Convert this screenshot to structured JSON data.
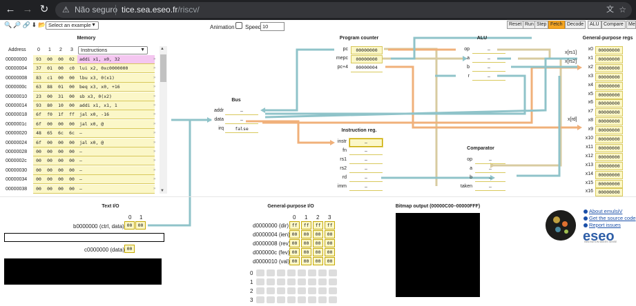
{
  "browser": {
    "security": "Não seguro",
    "host": "tice.sea.eseo.fr",
    "path": "/riscv/"
  },
  "toolbar": {
    "example_select": "Select an example",
    "animation_label": "Animation",
    "speed_label": "Speed",
    "speed_value": "10",
    "buttons": [
      "Reset",
      "Run",
      "Step",
      "Fetch",
      "Decode",
      "ALU",
      "Compare",
      "Me"
    ],
    "active_button": "Fetch"
  },
  "memory": {
    "title": "Memory",
    "address_header": "Address",
    "byte_headers": [
      "0",
      "1",
      "2",
      "3"
    ],
    "view_select": "Instructions",
    "rows": [
      {
        "addr": "00000000",
        "bytes": [
          "93",
          "00",
          "00",
          "02"
        ],
        "instr": "addi x1, x0, 32"
      },
      {
        "addr": "00000004",
        "bytes": [
          "37",
          "01",
          "00",
          "c0"
        ],
        "instr": "lui x2, 0xc0000000"
      },
      {
        "addr": "00000008",
        "bytes": [
          "83",
          "c1",
          "00",
          "00"
        ],
        "instr": "lbu x3, 0(x1)"
      },
      {
        "addr": "0000000c",
        "bytes": [
          "63",
          "88",
          "01",
          "00"
        ],
        "instr": "beq x3, x0, +16"
      },
      {
        "addr": "00000010",
        "bytes": [
          "23",
          "00",
          "31",
          "00"
        ],
        "instr": "sb x3, 0(x2)"
      },
      {
        "addr": "00000014",
        "bytes": [
          "93",
          "80",
          "10",
          "00"
        ],
        "instr": "addi x1, x1, 1"
      },
      {
        "addr": "00000018",
        "bytes": [
          "6f",
          "f0",
          "1f",
          "ff"
        ],
        "instr": "jal x0, -16"
      },
      {
        "addr": "0000001c",
        "bytes": [
          "6f",
          "00",
          "00",
          "00"
        ],
        "instr": "jal x0, @"
      },
      {
        "addr": "00000020",
        "bytes": [
          "48",
          "65",
          "6c",
          "6c"
        ],
        "instr": "–"
      },
      {
        "addr": "00000024",
        "bytes": [
          "6f",
          "00",
          "00",
          "00"
        ],
        "instr": "jal x0, @"
      },
      {
        "addr": "00000028",
        "bytes": [
          "00",
          "00",
          "00",
          "00"
        ],
        "instr": "–"
      },
      {
        "addr": "0000002c",
        "bytes": [
          "00",
          "00",
          "00",
          "00"
        ],
        "instr": "–"
      },
      {
        "addr": "00000030",
        "bytes": [
          "00",
          "00",
          "00",
          "00"
        ],
        "instr": "–"
      },
      {
        "addr": "00000034",
        "bytes": [
          "00",
          "00",
          "00",
          "00"
        ],
        "instr": "–"
      },
      {
        "addr": "00000038",
        "bytes": [
          "00",
          "00",
          "00",
          "00"
        ],
        "instr": "–"
      }
    ]
  },
  "bus": {
    "title": "Bus",
    "fields": [
      {
        "name": "addr",
        "value": "–"
      },
      {
        "name": "data",
        "value": "–"
      },
      {
        "name": "irq",
        "value": "false"
      }
    ]
  },
  "pc": {
    "title": "Program counter",
    "fields": [
      {
        "name": "pc",
        "value": "00000000"
      },
      {
        "name": "mepc",
        "value": "00000000"
      },
      {
        "name": "pc+4",
        "value": "00000004"
      }
    ]
  },
  "alu": {
    "title": "ALU",
    "fields": [
      {
        "name": "op",
        "value": "–"
      },
      {
        "name": "a",
        "value": "–"
      },
      {
        "name": "b",
        "value": "–"
      },
      {
        "name": "r",
        "value": "–"
      }
    ]
  },
  "instr_reg": {
    "title": "Instruction reg.",
    "fields": [
      {
        "name": "instr",
        "value": "–"
      },
      {
        "name": "fn",
        "value": "–"
      },
      {
        "name": "rs1",
        "value": "–"
      },
      {
        "name": "rs2",
        "value": "–"
      },
      {
        "name": "rd",
        "value": "–"
      },
      {
        "name": "imm",
        "value": "–"
      }
    ]
  },
  "comparator": {
    "title": "Comparator",
    "fields": [
      {
        "name": "op",
        "value": "–"
      },
      {
        "name": "a",
        "value": "–"
      },
      {
        "name": "b",
        "value": "–"
      },
      {
        "name": "taken",
        "value": "–"
      }
    ]
  },
  "gpr": {
    "title": "General-purpose regs",
    "rs1_label": "x[rs1]",
    "rs2_label": "x[rs2]",
    "rd_label": "x[rd]",
    "regs": [
      {
        "name": "x0",
        "value": "00000000"
      },
      {
        "name": "x1",
        "value": "00000000"
      },
      {
        "name": "x2",
        "value": "00000000"
      },
      {
        "name": "x3",
        "value": "00000000"
      },
      {
        "name": "x4",
        "value": "00000000"
      },
      {
        "name": "x5",
        "value": "00000000"
      },
      {
        "name": "x6",
        "value": "00000000"
      },
      {
        "name": "x7",
        "value": "00000000"
      },
      {
        "name": "x8",
        "value": "00000000"
      },
      {
        "name": "x9",
        "value": "00000000"
      },
      {
        "name": "x10",
        "value": "00000000"
      },
      {
        "name": "x11",
        "value": "00000000"
      },
      {
        "name": "x12",
        "value": "00000000"
      },
      {
        "name": "x13",
        "value": "00000000"
      },
      {
        "name": "x14",
        "value": "00000000"
      },
      {
        "name": "x15",
        "value": "00000000"
      },
      {
        "name": "x16",
        "value": "00000000"
      }
    ]
  },
  "text_io": {
    "title": "Text I/O",
    "ctrl_label": "b0000000 (ctrl, data)",
    "col_headers": [
      "0",
      "1"
    ],
    "ctrl_values": [
      "00",
      "00"
    ],
    "data_label": "c0000000 (data)",
    "data_value": "00"
  },
  "gpio": {
    "title": "General-purpose I/O",
    "col_headers": [
      "0",
      "1",
      "2",
      "3"
    ],
    "rows": [
      {
        "label": "d0000000 (dir)",
        "values": [
          "ff",
          "ff",
          "ff",
          "ff"
        ]
      },
      {
        "label": "d0000004 (ien)",
        "values": [
          "00",
          "00",
          "00",
          "00"
        ]
      },
      {
        "label": "d0000008 (rev)",
        "values": [
          "00",
          "00",
          "00",
          "00"
        ]
      },
      {
        "label": "d000000c (fev)",
        "values": [
          "00",
          "00",
          "00",
          "00"
        ]
      },
      {
        "label": "d0000010 (val)",
        "values": [
          "00",
          "00",
          "00",
          "00"
        ]
      }
    ],
    "pin_rows": [
      "0",
      "1",
      "2",
      "3"
    ]
  },
  "bitmap": {
    "title": "Bitmap output (00000C00–00000FFF)"
  },
  "links": {
    "about": "About emulsiV",
    "source": "Get the source code",
    "issues": "Report issues",
    "logo_text": "eseo",
    "logo_sub": "INNOVATION MAKES SENSE"
  },
  "colors": {
    "accent_orange": "#f5a623",
    "cell_yellow": "#fbf7c8",
    "highlight_pink": "#f4c6f0",
    "wire_blue": "#8fc3c9",
    "wire_orange": "#f0b07a",
    "wire_tan": "#d8cba0"
  }
}
